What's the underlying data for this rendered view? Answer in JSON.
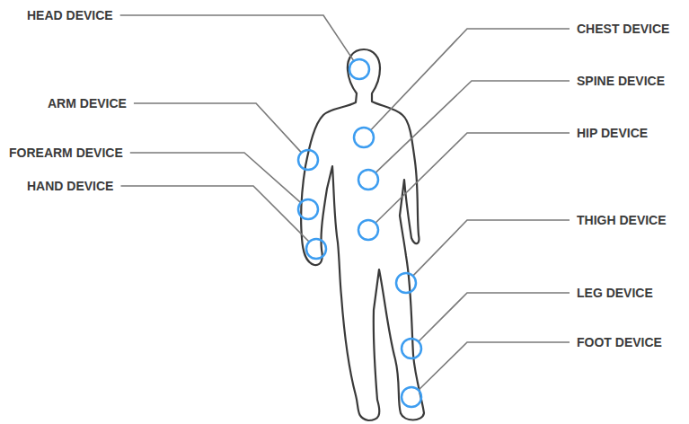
{
  "diagram": {
    "labels": [
      "HEAD DEVICE",
      "ARM DEVICE",
      "FOREARM DEVICE",
      "HAND DEVICE",
      "CHEST DEVICE",
      "SPINE DEVICE",
      "HIP DEVICE",
      "THIGH DEVICE",
      "LEG DEVICE",
      "FOOT DEVICE"
    ]
  }
}
